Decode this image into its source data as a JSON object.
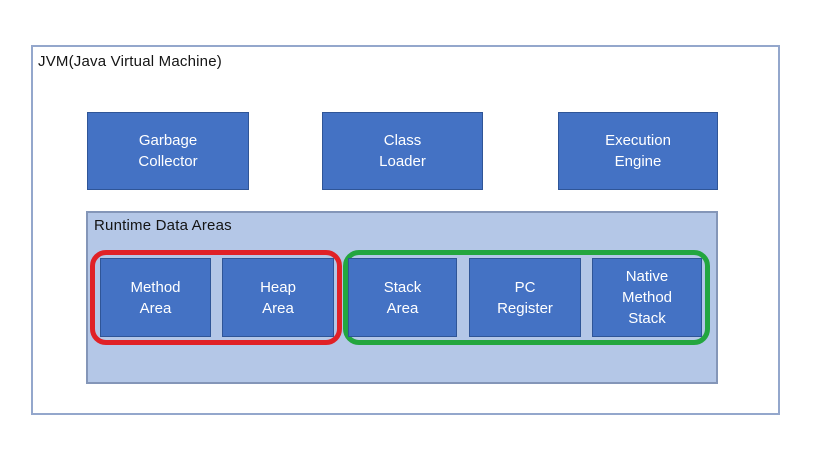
{
  "jvm": {
    "title": "JVM(Java Virtual Machine)",
    "components": [
      {
        "id": "garbage-collector",
        "label": "Garbage\nCollector"
      },
      {
        "id": "class-loader",
        "label": "Class\nLoader"
      },
      {
        "id": "execution-engine",
        "label": "Execution\nEngine"
      }
    ],
    "runtime_data_areas": {
      "label": "Runtime Data Areas",
      "group_red": {
        "highlight_color": "#e02127",
        "areas": [
          {
            "id": "method-area",
            "label": "Method\nArea"
          },
          {
            "id": "heap-area",
            "label": "Heap\nArea"
          }
        ]
      },
      "group_green": {
        "highlight_color": "#23a63f",
        "areas": [
          {
            "id": "stack-area",
            "label": "Stack\nArea"
          },
          {
            "id": "pc-register",
            "label": "PC\nRegister"
          },
          {
            "id": "native-method-stack",
            "label": "Native\nMethod\nStack"
          }
        ]
      }
    }
  },
  "colors": {
    "box_fill": "#4472c4",
    "box_border": "#2f5597",
    "box_text": "#ffffff",
    "panel_fill": "#b4c7e7",
    "panel_border": "#8496b8",
    "outer_border": "#94a7cc",
    "red_highlight": "#e02127",
    "green_highlight": "#23a63f",
    "label_text": "#141414",
    "background": "#ffffff"
  }
}
